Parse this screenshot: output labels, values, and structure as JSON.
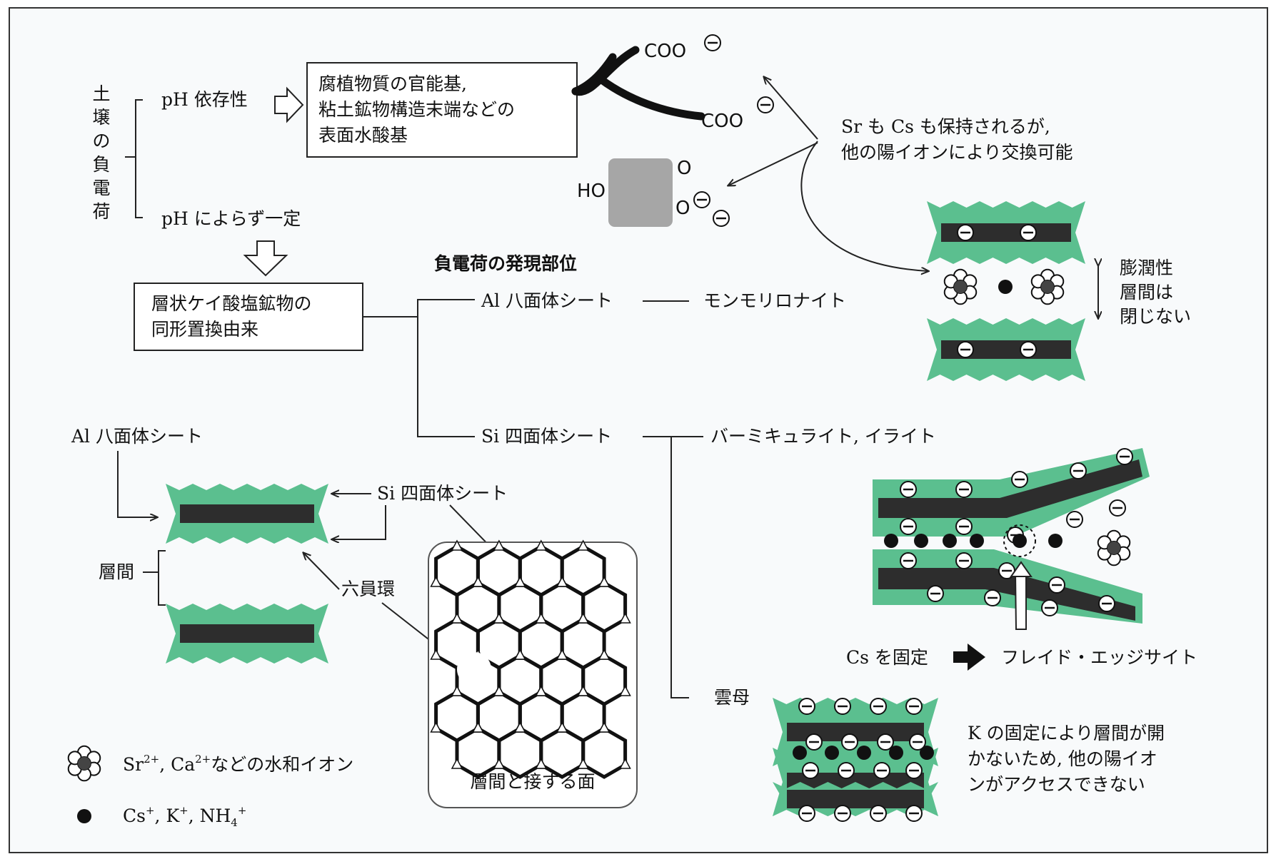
{
  "left_title": "土壌の負電荷",
  "branch_ph_dependent": "pH 依存性",
  "branch_ph_constant": "pH によらず一定",
  "box_surface": [
    "腐植物質の官能基,",
    "粘土鉱物構造末端などの",
    "表面水酸基"
  ],
  "chem": {
    "coo_1": "COO",
    "coo_2": "COO",
    "ho": "HO",
    "o_1": "O",
    "o_2": "O"
  },
  "note_exchange": [
    "Sr も Cs も保持されるが,",
    "他の陽イオンにより交換可能"
  ],
  "swelling": [
    "膨潤性",
    "層間は",
    "閉じない"
  ],
  "box_isomorphous": [
    "層状ケイ酸塩鉱物の",
    "同形置換由来"
  ],
  "site_title": "負電荷の発現部位",
  "al_octahedral": "Al 八面体シート",
  "montmorillonite": "モンモリロナイト",
  "si_tetrahedral": "Si 四面体シート",
  "vermiculite_illite": "バーミキュライト, イライト",
  "mica": "雲母",
  "left_al_label": "Al 八面体シート",
  "left_si_label": "Si 四面体シート",
  "interlayer": "層間",
  "six_ring": "六員環",
  "hex_caption": "層間と接する面",
  "cs_fix": "Cs を固定",
  "frayed_edge": "フレイド・エッジサイト",
  "k_fix_note": [
    "K の固定により層間が開",
    "かないため, 他の陽イオ",
    "ンがアクセスできない"
  ],
  "legend": {
    "hydrated": {
      "base1": "Sr",
      "sup1": "2+",
      "mid": ", Ca",
      "sup2": "2+",
      "rest": "などの水和イオン"
    },
    "cations": {
      "cs": "Cs",
      "k": ", K",
      "nh": ", NH",
      "sub": "4",
      "plus": "+"
    }
  },
  "colors": {
    "green": "#5bbf8f",
    "dark": "#2d2d2d",
    "gray": "#a6a6a6",
    "frame": "#333333"
  }
}
